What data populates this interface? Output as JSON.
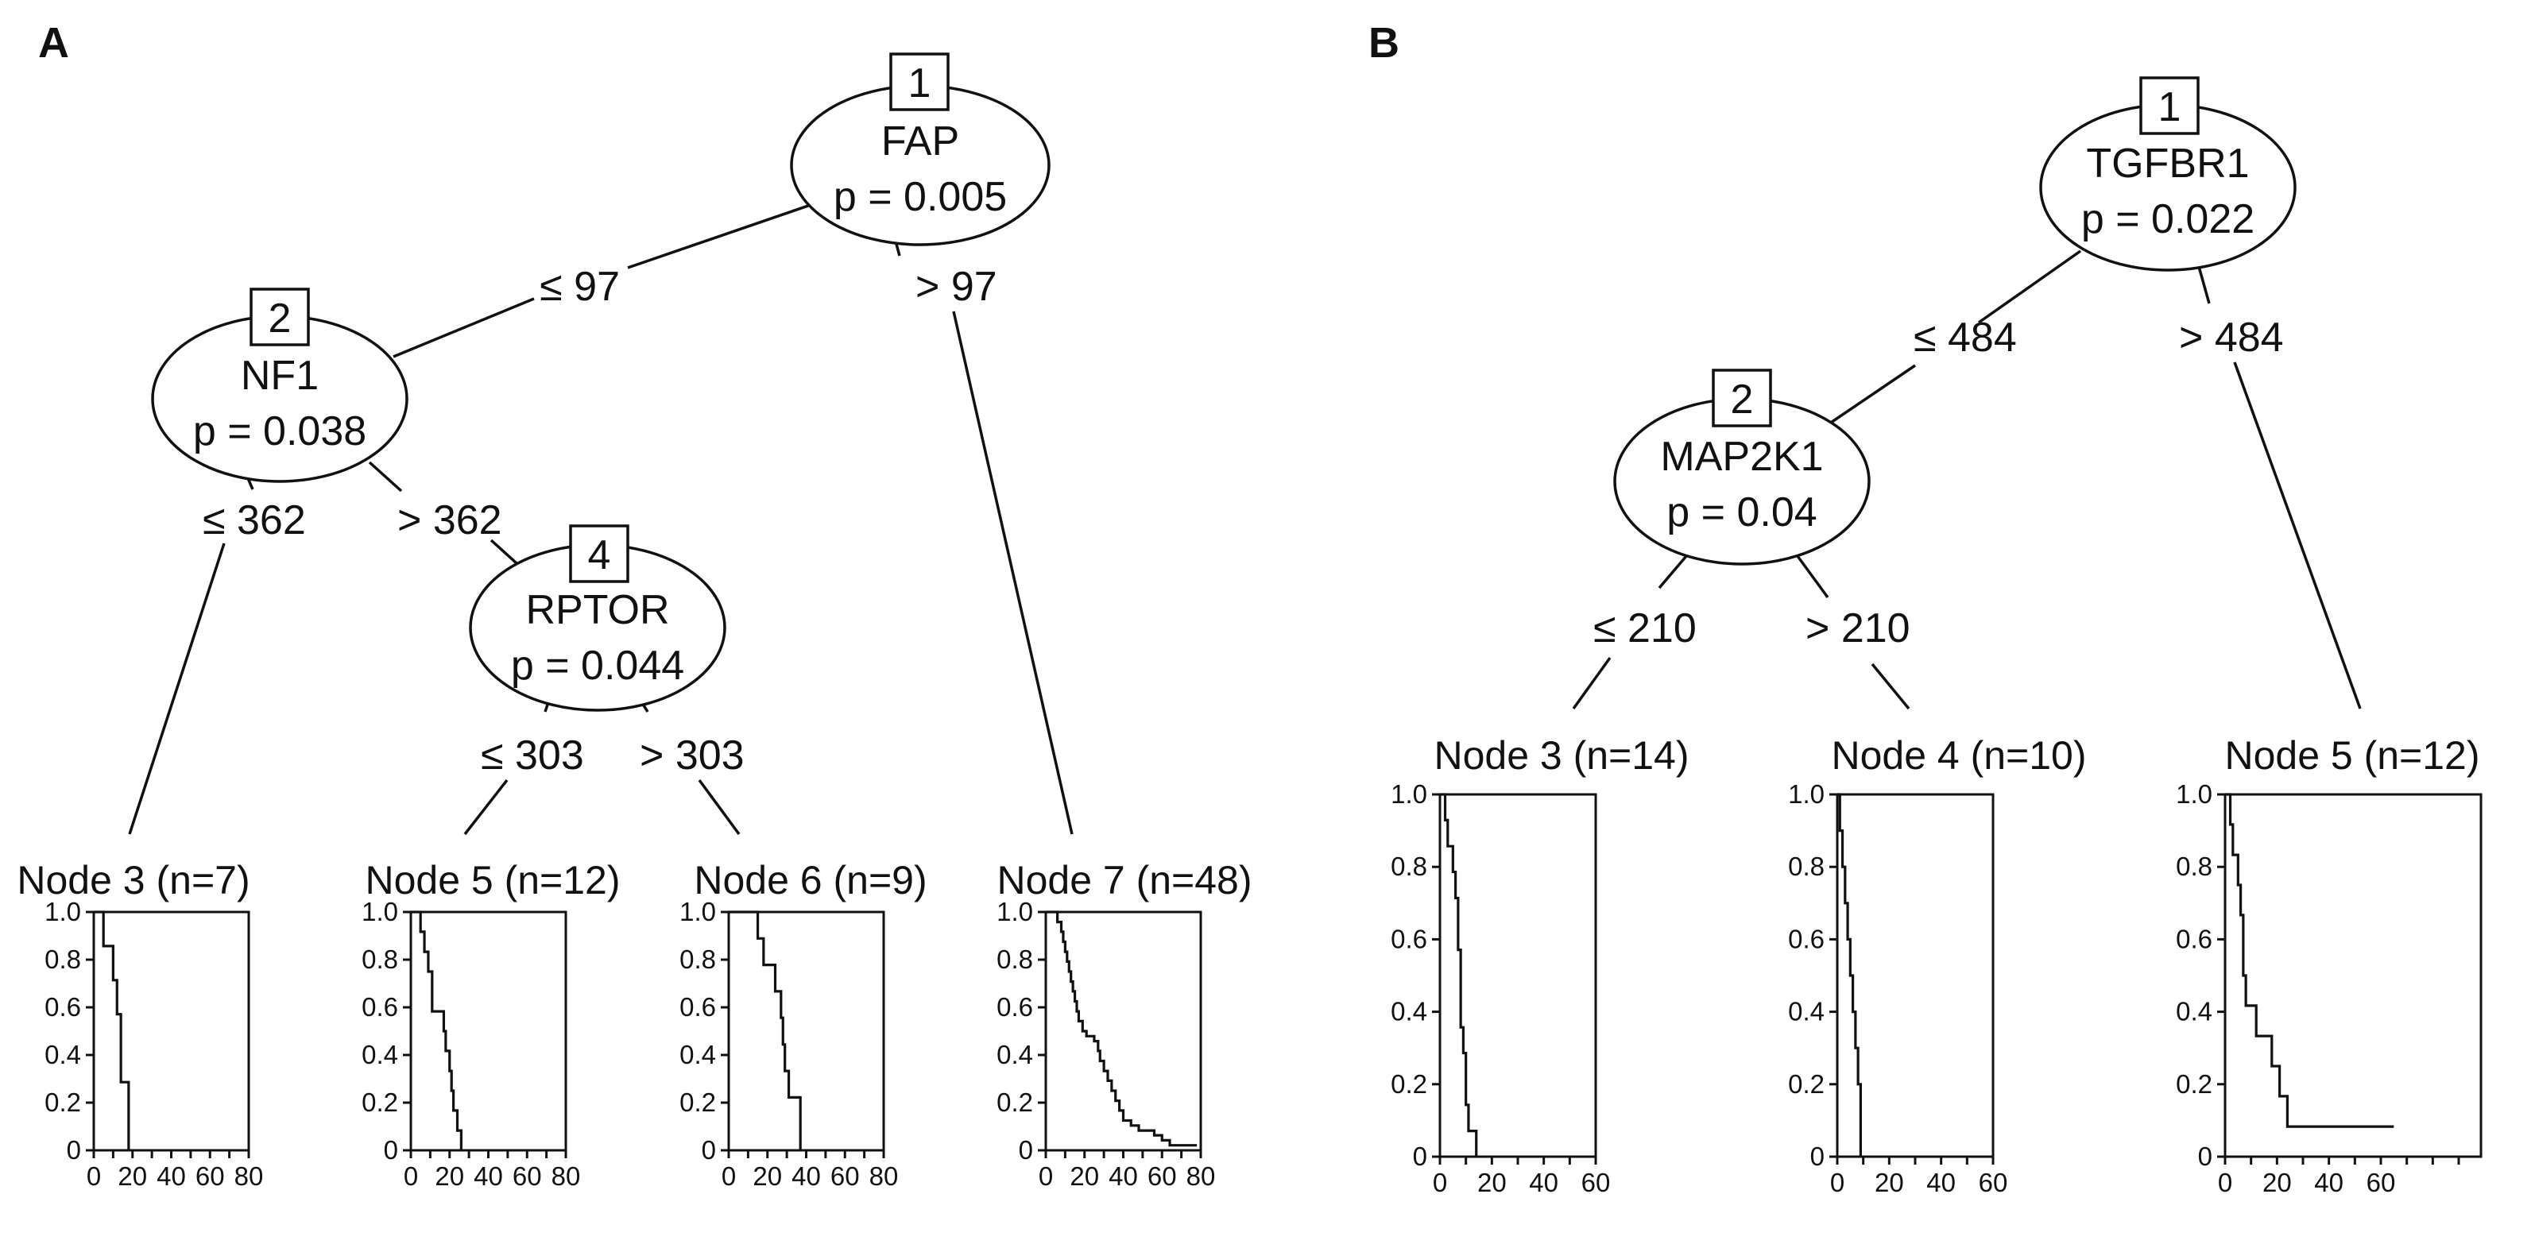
{
  "panels": [
    {
      "id": "A",
      "label": "A",
      "inner_nodes": [
        {
          "id": "1",
          "variable": "FAP",
          "p": "p = 0.005"
        },
        {
          "id": "2",
          "variable": "NF1",
          "p": "p = 0.038"
        },
        {
          "id": "4",
          "variable": "RPTOR",
          "p": "p = 0.044"
        }
      ],
      "splits": [
        {
          "label": "≤ 97"
        },
        {
          "label": "> 97"
        },
        {
          "label": "≤ 362"
        },
        {
          "label": "> 362"
        },
        {
          "label": "≤ 303"
        },
        {
          "label": "> 303"
        }
      ],
      "terminals": [
        {
          "title": "Node 3 (n=7)",
          "x_ticks": [
            "0",
            "20",
            "40",
            "60",
            "80"
          ],
          "y_ticks": [
            "0",
            "0.2",
            "0.4",
            "0.6",
            "0.8",
            "1.0"
          ],
          "x_range": [
            0,
            80
          ],
          "steps": [
            [
              5,
              0.857
            ],
            [
              10,
              0.714
            ],
            [
              12,
              0.571
            ],
            [
              14,
              0.286
            ],
            [
              18,
              0
            ]
          ]
        },
        {
          "title": "Node 5 (n=12)",
          "x_ticks": [
            "0",
            "20",
            "40",
            "60",
            "80"
          ],
          "y_ticks": [
            "0",
            "0.2",
            "0.4",
            "0.6",
            "0.8",
            "1.0"
          ],
          "x_range": [
            0,
            80
          ],
          "steps": [
            [
              5,
              0.917
            ],
            [
              7,
              0.833
            ],
            [
              9,
              0.75
            ],
            [
              11,
              0.583
            ],
            [
              17,
              0.5
            ],
            [
              18,
              0.417
            ],
            [
              20,
              0.333
            ],
            [
              21,
              0.25
            ],
            [
              22,
              0.167
            ],
            [
              24,
              0.083
            ],
            [
              26,
              0
            ]
          ]
        },
        {
          "title": "Node 6 (n=9)",
          "x_ticks": [
            "0",
            "20",
            "40",
            "60",
            "80"
          ],
          "y_ticks": [
            "0",
            "0.2",
            "0.4",
            "0.6",
            "0.8",
            "1.0"
          ],
          "x_range": [
            0,
            80
          ],
          "steps": [
            [
              15,
              0.889
            ],
            [
              18,
              0.778
            ],
            [
              24,
              0.667
            ],
            [
              27,
              0.556
            ],
            [
              28,
              0.444
            ],
            [
              29,
              0.333
            ],
            [
              31,
              0.222
            ],
            [
              37,
              0
            ]
          ]
        },
        {
          "title": "Node 7 (n=48)",
          "x_ticks": [
            "0",
            "20",
            "40",
            "60",
            "80"
          ],
          "y_ticks": [
            "0",
            "0.2",
            "0.4",
            "0.6",
            "0.8",
            "1.0"
          ],
          "x_range": [
            0,
            80
          ],
          "steps": [
            [
              6,
              0.958
            ],
            [
              8,
              0.917
            ],
            [
              9,
              0.875
            ],
            [
              10,
              0.833
            ],
            [
              11,
              0.792
            ],
            [
              12,
              0.75
            ],
            [
              13,
              0.708
            ],
            [
              14,
              0.667
            ],
            [
              15,
              0.625
            ],
            [
              16,
              0.583
            ],
            [
              17,
              0.542
            ],
            [
              19,
              0.5
            ],
            [
              21,
              0.479
            ],
            [
              25,
              0.458
            ],
            [
              27,
              0.417
            ],
            [
              28,
              0.375
            ],
            [
              30,
              0.333
            ],
            [
              32,
              0.292
            ],
            [
              34,
              0.25
            ],
            [
              36,
              0.208
            ],
            [
              38,
              0.167
            ],
            [
              40,
              0.125
            ],
            [
              44,
              0.104
            ],
            [
              48,
              0.083
            ],
            [
              56,
              0.063
            ],
            [
              60,
              0.042
            ],
            [
              64,
              0.021
            ],
            [
              78,
              0.021
            ]
          ]
        }
      ]
    },
    {
      "id": "B",
      "label": "B",
      "inner_nodes": [
        {
          "id": "1",
          "variable": "TGFBR1",
          "p": "p = 0.022"
        },
        {
          "id": "2",
          "variable": "MAP2K1",
          "p": "p = 0.04"
        }
      ],
      "splits": [
        {
          "label": "≤ 484"
        },
        {
          "label": "> 484"
        },
        {
          "label": "≤ 210"
        },
        {
          "label": "> 210"
        }
      ],
      "terminals": [
        {
          "title": "Node 3 (n=14)",
          "x_ticks": [
            "0",
            "20",
            "40",
            "60"
          ],
          "y_ticks": [
            "0",
            "0.2",
            "0.4",
            "0.6",
            "0.8",
            "1.0"
          ],
          "x_range": [
            0,
            60
          ],
          "steps": [
            [
              2,
              0.929
            ],
            [
              3,
              0.857
            ],
            [
              5,
              0.786
            ],
            [
              6,
              0.714
            ],
            [
              7,
              0.571
            ],
            [
              8,
              0.357
            ],
            [
              9,
              0.286
            ],
            [
              10,
              0.143
            ],
            [
              11,
              0.071
            ],
            [
              13,
              0.071
            ],
            [
              14,
              0
            ]
          ]
        },
        {
          "title": "Node 4 (n=10)",
          "x_ticks": [
            "0",
            "20",
            "40",
            "60"
          ],
          "y_ticks": [
            "0",
            "0.2",
            "0.4",
            "0.6",
            "0.8",
            "1.0"
          ],
          "x_range": [
            0,
            60
          ],
          "steps": [
            [
              1,
              0.9
            ],
            [
              2,
              0.8
            ],
            [
              3,
              0.7
            ],
            [
              4,
              0.6
            ],
            [
              5,
              0.5
            ],
            [
              6,
              0.4
            ],
            [
              7,
              0.3
            ],
            [
              8,
              0.2
            ],
            [
              9,
              0
            ]
          ]
        },
        {
          "title": "Node 5 (n=12)",
          "x_ticks": [
            "0",
            "20",
            "40",
            "60"
          ],
          "y_ticks": [
            "0",
            "0.2",
            "0.4",
            "0.6",
            "0.8",
            "1.0"
          ],
          "x_range": [
            0,
            60
          ],
          "steps": [
            [
              2,
              0.917
            ],
            [
              3,
              0.833
            ],
            [
              5,
              0.75
            ],
            [
              6,
              0.667
            ],
            [
              7,
              0.5
            ],
            [
              8,
              0.417
            ],
            [
              12,
              0.333
            ],
            [
              18,
              0.25
            ],
            [
              21,
              0.167
            ],
            [
              24,
              0.083
            ],
            [
              65,
              0.083
            ]
          ]
        }
      ]
    }
  ]
}
